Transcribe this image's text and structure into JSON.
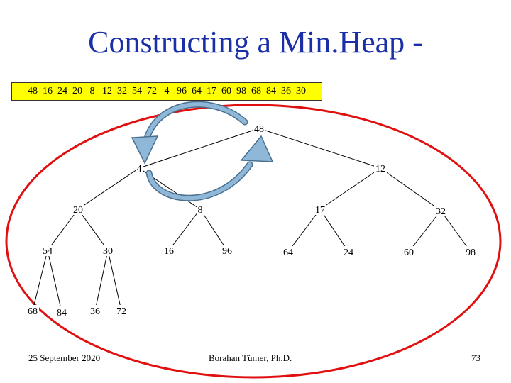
{
  "title": "Constructing a Min.Heap -",
  "array_text": "48  16  24  20   8   12  32  54  72   4   96  64  17  60  98  68  84  36  30",
  "tree": {
    "nodes": [
      {
        "id": "n48",
        "label": "48"
      },
      {
        "id": "n4",
        "label": "4"
      },
      {
        "id": "n12",
        "label": "12"
      },
      {
        "id": "n20",
        "label": "20"
      },
      {
        "id": "n8",
        "label": "8"
      },
      {
        "id": "n17",
        "label": "17"
      },
      {
        "id": "n32",
        "label": "32"
      },
      {
        "id": "n54",
        "label": "54"
      },
      {
        "id": "n30",
        "label": "30"
      },
      {
        "id": "n16",
        "label": "16"
      },
      {
        "id": "n96",
        "label": "96"
      },
      {
        "id": "n64",
        "label": "64"
      },
      {
        "id": "n24",
        "label": "24"
      },
      {
        "id": "n60",
        "label": "60"
      },
      {
        "id": "n98",
        "label": "98"
      },
      {
        "id": "n68",
        "label": "68"
      },
      {
        "id": "n84",
        "label": "84"
      },
      {
        "id": "n36",
        "label": "36"
      },
      {
        "id": "n72",
        "label": "72"
      }
    ],
    "edges": [
      [
        "n48",
        "n4"
      ],
      [
        "n48",
        "n12"
      ],
      [
        "n4",
        "n20"
      ],
      [
        "n4",
        "n8"
      ],
      [
        "n12",
        "n17"
      ],
      [
        "n12",
        "n32"
      ],
      [
        "n20",
        "n54"
      ],
      [
        "n20",
        "n30"
      ],
      [
        "n8",
        "n16"
      ],
      [
        "n8",
        "n96"
      ],
      [
        "n17",
        "n64"
      ],
      [
        "n17",
        "n24"
      ],
      [
        "n32",
        "n60"
      ],
      [
        "n32",
        "n98"
      ],
      [
        "n54",
        "n68"
      ],
      [
        "n54",
        "n84"
      ],
      [
        "n30",
        "n36"
      ],
      [
        "n30",
        "n72"
      ]
    ]
  },
  "footer": {
    "date": "25 September 2020",
    "author": "Borahan Tümer, Ph.D.",
    "page": "73"
  },
  "colors": {
    "title": "#1a2fa8",
    "highlight": "#ffff00",
    "ellipse": "#e01010",
    "swap_arrow_fill": "#8fb8d8",
    "swap_arrow_stroke": "#4a7090"
  }
}
